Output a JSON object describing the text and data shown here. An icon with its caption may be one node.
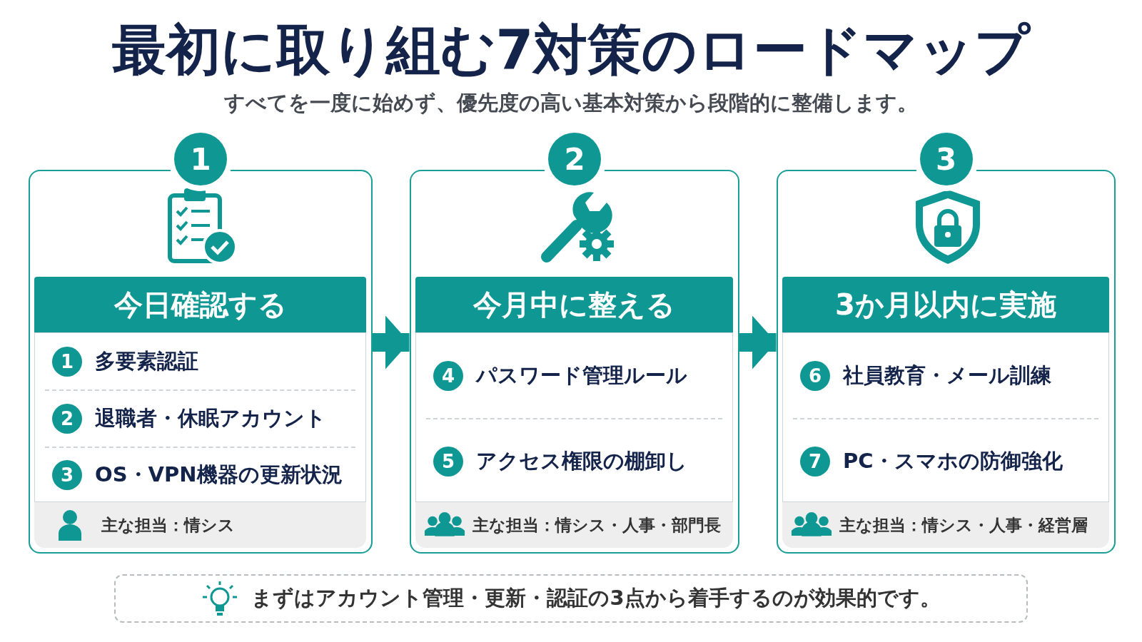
{
  "diagram": {
    "title": "最初に取り組む7対策のロードマップ",
    "nodes": [
      {
        "text": [
          "1",
          "今日確認する",
          "主な担当：情シス"
        ]
      },
      {
        "text": [
          "1",
          "多要素認証"
        ],
        "in": 0
      },
      {
        "text": [
          "2",
          "退職者・休眠アカウント"
        ],
        "in": 0
      },
      {
        "text": [
          "3",
          "OS・VPN機器の更新状況"
        ],
        "in": 0
      },
      {
        "text": [
          "2",
          "今月中に整える",
          "主な担当：情シス・人事・部門長"
        ]
      },
      {
        "text": [
          "4",
          "パスワード管理ルール"
        ],
        "in": 4
      },
      {
        "text": [
          "5",
          "アクセス権限の棚卸し"
        ],
        "in": 4
      },
      {
        "text": [
          "3",
          "3か月以内に実施",
          "主な担当：情シス・人事・経営層"
        ]
      },
      {
        "text": [
          "6",
          "社員教育・メール訓練"
        ],
        "in": 7
      },
      {
        "text": [
          "7",
          "PC・スマホの防御強化"
        ],
        "in": 7
      },
      {
        "text": [
          "まずはアカウント管理・更新・認証の3点から着手するのが効果的です。"
        ]
      }
    ],
    "edges": [
      {
        "from": 0,
        "to": 4,
        "arrow": "to"
      },
      {
        "from": 4,
        "to": 7,
        "arrow": "to"
      }
    ],
    "labels": [
      "すべてを一度に始めず、優先度の高い基本対策から段階的に整備します。"
    ]
  }
}
